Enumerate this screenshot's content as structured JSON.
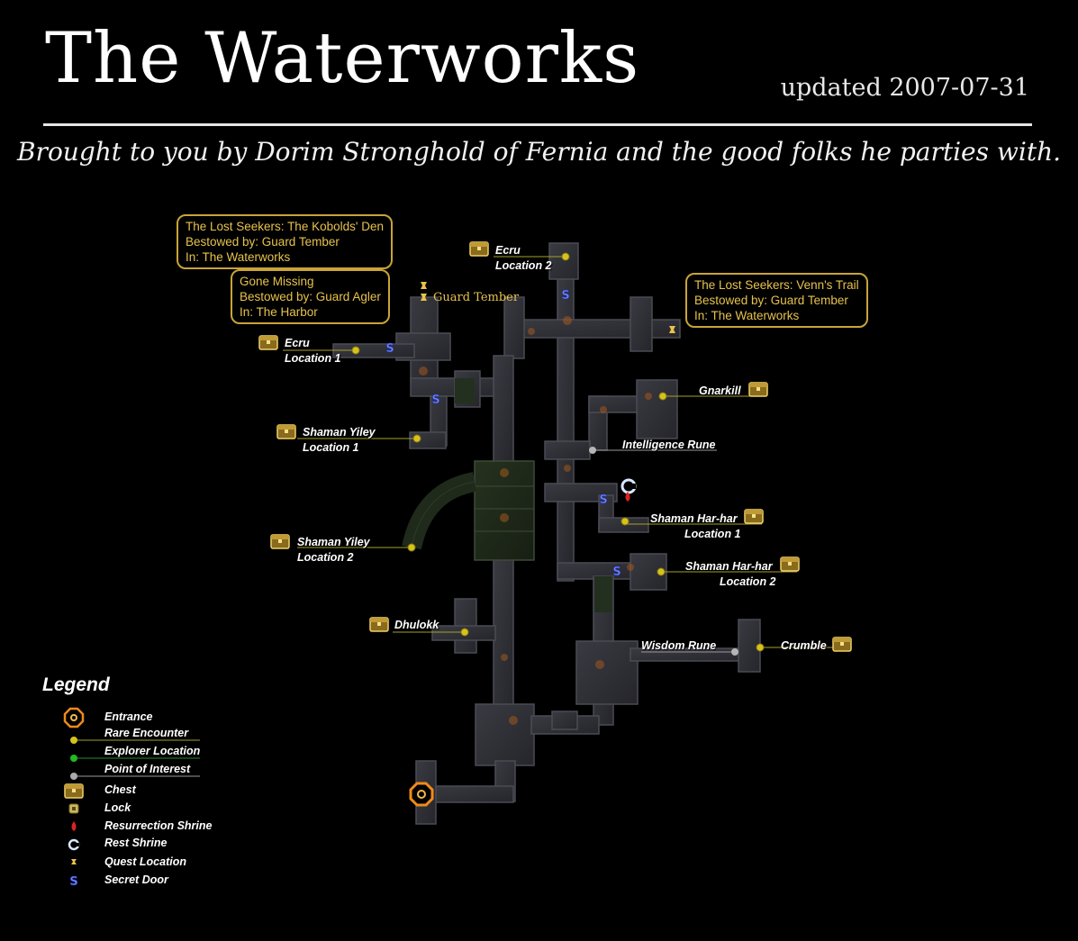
{
  "header": {
    "title": "The Waterworks",
    "updated": "updated 2007-07-31",
    "subtitle": "Brought to you by Dorim Stronghold of Fernia and the good folks he parties with."
  },
  "quests": [
    {
      "line1": "The Lost Seekers: The Kobolds' Den",
      "line2": "Bestowed by: Guard Tember",
      "line3": "In: The Waterworks"
    },
    {
      "line1": "Gone Missing",
      "line2": "Bestowed by: Guard Agler",
      "line3": "In: The Harbor"
    },
    {
      "line1": "The Lost Seekers: Venn's Trail",
      "line2": "Bestowed by: Guard Tember",
      "line3": "In: The Waterworks"
    }
  ],
  "npc_label": "Guard Tember",
  "labels": {
    "ecru2": {
      "l1": "Ecru",
      "l2": "Location 2"
    },
    "ecru1": {
      "l1": "Ecru",
      "l2": "Location 1"
    },
    "gnarkill": {
      "l1": "Gnarkill"
    },
    "intelligence": {
      "l1": "Intelligence Rune"
    },
    "yiley1": {
      "l1": "Shaman Yiley",
      "l2": "Location 1"
    },
    "harhar1": {
      "l1": "Shaman Har-har",
      "l2": "Location 1"
    },
    "yiley2": {
      "l1": "Shaman Yiley",
      "l2": "Location 2"
    },
    "harhar2": {
      "l1": "Shaman Har-har",
      "l2": "Location 2"
    },
    "dhulokk": {
      "l1": "Dhulokk"
    },
    "wisdom": {
      "l1": "Wisdom Rune"
    },
    "crumble": {
      "l1": "Crumble"
    }
  },
  "legend": {
    "title": "Legend",
    "items": [
      {
        "label": "Entrance",
        "icon": "entrance-icon"
      },
      {
        "label": "Rare Encounter",
        "icon": "rare-encounter-icon",
        "color": "#d6c21c"
      },
      {
        "label": "Explorer Location",
        "icon": "explorer-location-icon",
        "color": "#22bb22"
      },
      {
        "label": "Point of Interest",
        "icon": "point-of-interest-icon",
        "color": "#aaaaaa"
      },
      {
        "label": "Chest",
        "icon": "chest-icon"
      },
      {
        "label": "Lock",
        "icon": "lock-icon"
      },
      {
        "label": "Resurrection Shrine",
        "icon": "resurrection-shrine-icon",
        "color": "#dd2222"
      },
      {
        "label": "Rest Shrine",
        "icon": "rest-shrine-icon"
      },
      {
        "label": "Quest Location",
        "icon": "quest-location-icon"
      },
      {
        "label": "Secret Door",
        "icon": "secret-door-icon",
        "color": "#3a4fd8"
      }
    ]
  },
  "colors": {
    "quest_gold": "#e7c24c",
    "box_border": "#c9a437",
    "leader_line": "#a6a02a",
    "corridor": "#2d2d33",
    "moss": "#1e2a1a"
  }
}
